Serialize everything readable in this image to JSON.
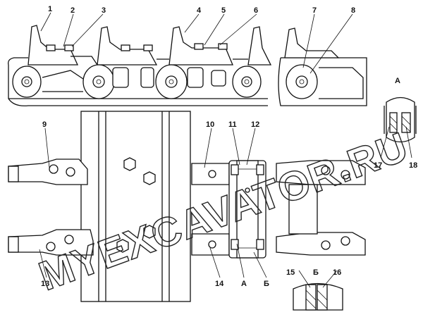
{
  "callouts": [
    {
      "id": "c1",
      "text": "1"
    },
    {
      "id": "c2",
      "text": "2"
    },
    {
      "id": "c3",
      "text": "3"
    },
    {
      "id": "c4",
      "text": "4"
    },
    {
      "id": "c5",
      "text": "5"
    },
    {
      "id": "c6",
      "text": "6"
    },
    {
      "id": "c7",
      "text": "7"
    },
    {
      "id": "c8",
      "text": "8"
    },
    {
      "id": "c9",
      "text": "9"
    },
    {
      "id": "c10",
      "text": "10"
    },
    {
      "id": "c11",
      "text": "11"
    },
    {
      "id": "c12",
      "text": "12"
    },
    {
      "id": "c13",
      "text": "13"
    },
    {
      "id": "c14",
      "text": "14"
    },
    {
      "id": "c15",
      "text": "15"
    },
    {
      "id": "c16",
      "text": "16"
    },
    {
      "id": "c17",
      "text": "17"
    },
    {
      "id": "c18",
      "text": "18"
    }
  ],
  "section_labels": {
    "a_top": "A",
    "a_bottom": "A",
    "b_bottom": "Б",
    "b_detail": "Б"
  },
  "watermark": "MYEXCAVATOR.RU"
}
